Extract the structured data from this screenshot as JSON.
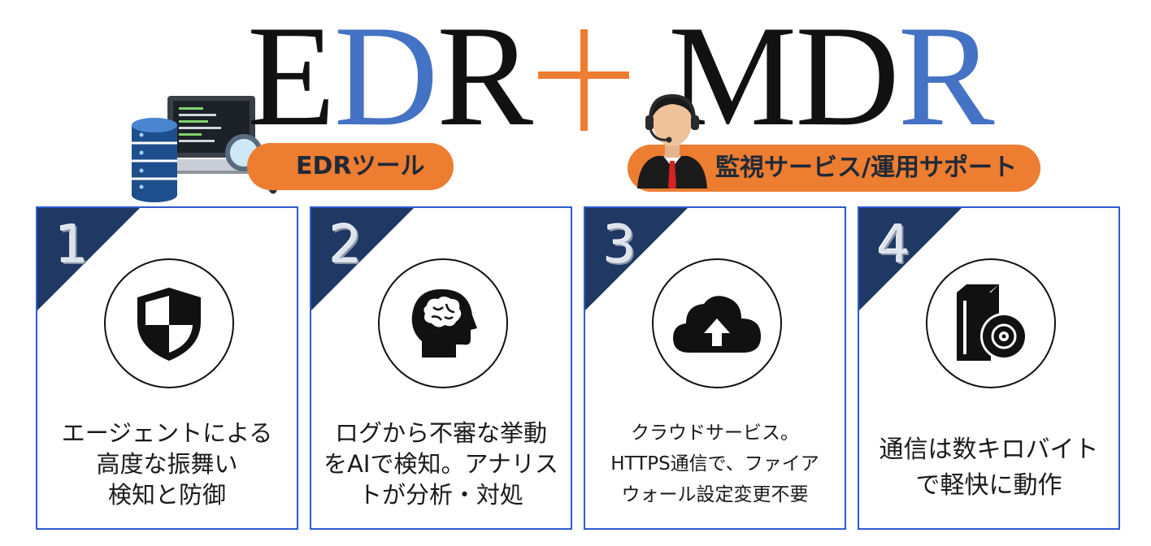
{
  "header": {
    "edr_title": {
      "black": "E",
      "blue": "D",
      "black2": "R"
    },
    "mdr_title": {
      "black": "MD",
      "blue": "R"
    },
    "edr_pill": "EDRツール",
    "mdr_pill": "監視サービス/運用サポート"
  },
  "colors": {
    "accent_orange": "#ed7d31",
    "title_blue": "#4472c4",
    "card_border": "#2f5bd0",
    "corner_navy": "#1f3864"
  },
  "cards": [
    {
      "number": "1",
      "icon": "shield-icon",
      "lines": [
        "エージェントによる",
        "高度な振舞い",
        "検知と防御"
      ]
    },
    {
      "number": "2",
      "icon": "brain-head-icon",
      "lines": [
        "ログから不審な挙動",
        "をAIで検知。アナリス",
        "トが分析・対処"
      ]
    },
    {
      "number": "3",
      "icon": "cloud-upload-icon",
      "lines": [
        "クラウドサービス。",
        "HTTPS通信で、ファイア",
        "ウォール設定変更不要"
      ]
    },
    {
      "number": "4",
      "icon": "software-box-icon",
      "lines": [
        "通信は数キロバイト",
        "で軽快に動作"
      ]
    }
  ]
}
